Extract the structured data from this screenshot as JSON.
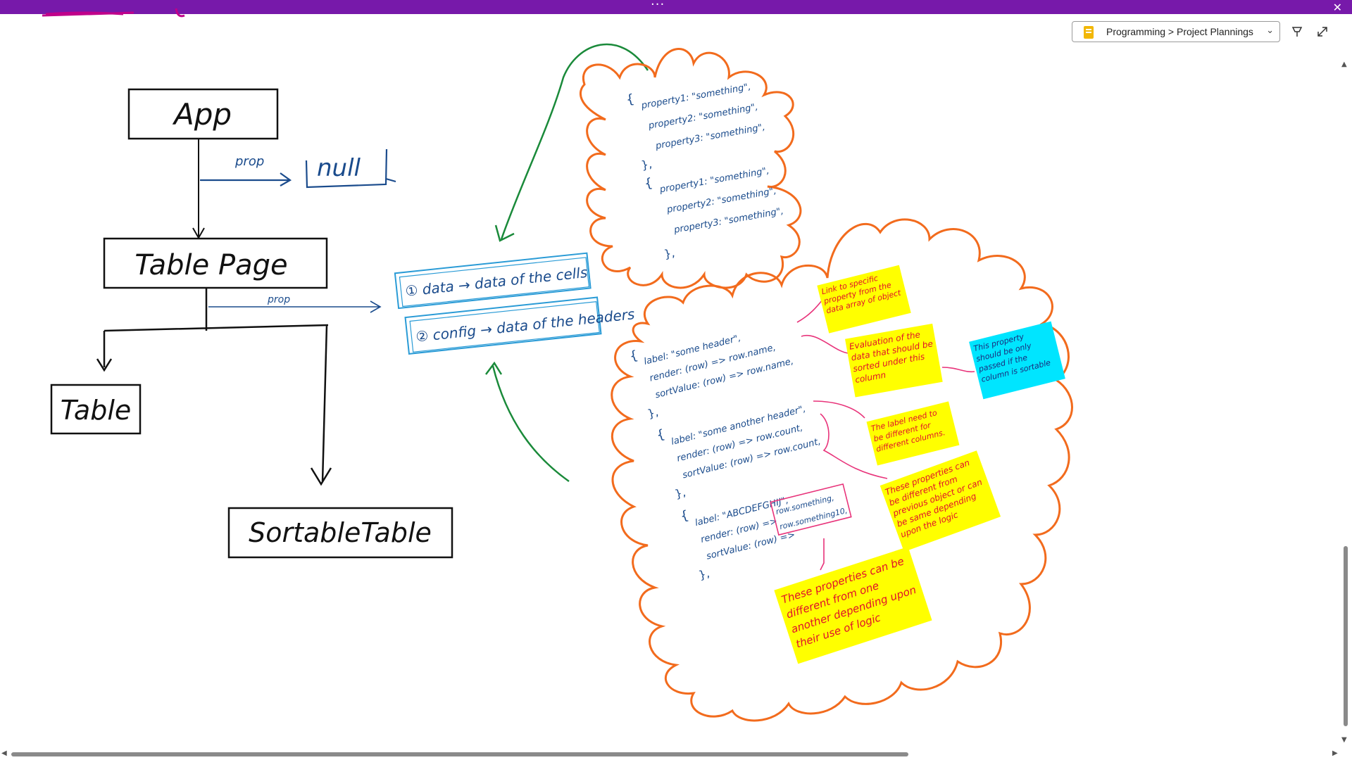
{
  "window": {
    "menu_glyph": "···",
    "close_glyph": "✕"
  },
  "breadcrumb": {
    "text": "Programming > Project Plannings",
    "chevron": "⌄"
  },
  "icons": [
    "notebook-icon",
    "pin-icon",
    "expand-icon",
    "chevron-down-icon"
  ],
  "diagram": {
    "nodes": {
      "app": "App",
      "null_box": "null",
      "table_page": "Table Page",
      "table": "Table",
      "sortable_table": "SortableTable"
    },
    "edge_labels": {
      "prop_top": "prop",
      "prop_mid": "prop"
    },
    "props_box": {
      "data_line": "① data → data of the cells",
      "config_line": "② config → data of the headers"
    },
    "data_cloud": {
      "open1": "{",
      "lines1": [
        "property1: \"something\",",
        "property2: \"something\",",
        "property3: \"something\","
      ],
      "close1": "},",
      "open2": "{",
      "lines2": [
        "property1: \"something\",",
        "property2: \"something\",",
        "property3: \"something\","
      ],
      "close2": "},"
    },
    "config_cloud": {
      "block1": [
        "{",
        "label: \"some header\",",
        "render: (row) => row.name,",
        "sortValue: (row) => row.name,",
        "},"
      ],
      "block2": [
        "{",
        "label: \"some another header\",",
        "render: (row) => row.count,",
        "sortValue: (row) => row.count,",
        "},"
      ],
      "block3": [
        "{",
        "label: \"ABCDEFGHIJ\",",
        "render: (row) =>",
        "sortValue: (row) =>",
        "},"
      ],
      "boxed": [
        "row.something,",
        "row.something10,"
      ]
    },
    "notes": {
      "note_link": "Link to specific property from the data array of object",
      "note_eval": "Evaluation of the data that should be sorted under this column",
      "note_cyan": "This property should be only passed if the column is sortable",
      "note_label": "The label need to be different for different columns.",
      "note_props": "These properties can be different from previous object or can be same depending upon the logic",
      "note_bottom": "These properties can be different from one another depending upon their use of logic"
    }
  },
  "colors": {
    "titlebar": "#7719aa",
    "ink_black": "#111111",
    "ink_blue": "#1a4b8c",
    "cloud_orange": "#f26b1d",
    "arrow_green": "#1a8a3a",
    "highlight_yellow": "#ffff00",
    "highlight_cyan": "#00e5ff",
    "note_red": "#e0102a",
    "pink_arrow": "#e8337a"
  }
}
